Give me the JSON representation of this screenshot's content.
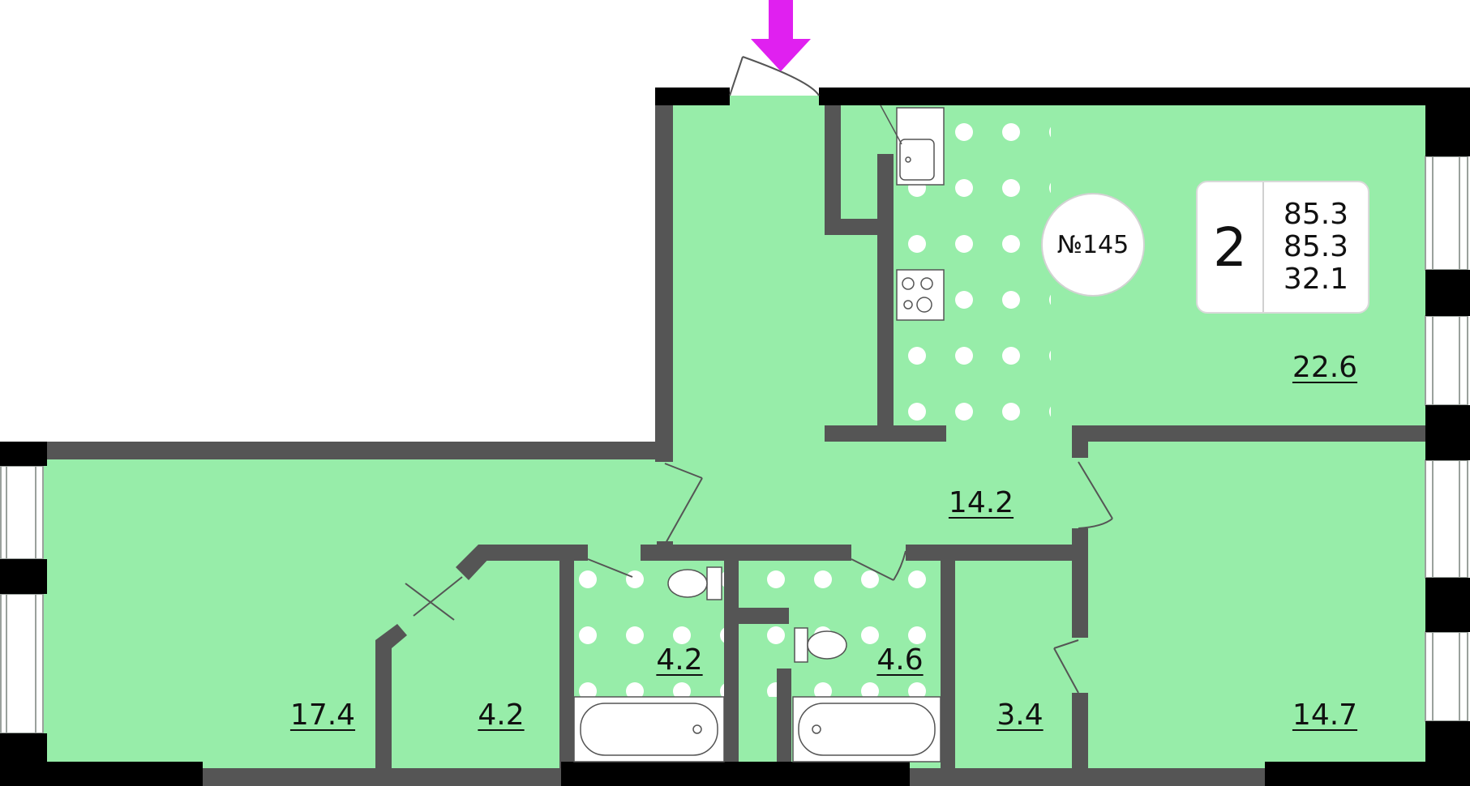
{
  "apartment": {
    "number": "№145",
    "rooms": "2",
    "areas": [
      "85.3",
      "85.3",
      "32.1"
    ]
  },
  "room_labels": {
    "kitchen": "22.6",
    "hall": "14.2",
    "living_left": "17.4",
    "closet": "4.2",
    "bathroom_left": "4.2",
    "bathroom_right": "4.6",
    "wardrobe": "3.4",
    "bedroom_right": "14.7"
  },
  "colors": {
    "floor": "#97eda9",
    "wall": "#555555",
    "outer_wall": "#000000",
    "tile_dots": "#ffffff",
    "entrance_arrow": "#e020f0"
  },
  "icons": {
    "entrance": "arrow-down-icon",
    "sink": "sink-icon",
    "stove": "stove-icon",
    "toilet": "toilet-icon",
    "bathtub": "bathtub-icon"
  }
}
